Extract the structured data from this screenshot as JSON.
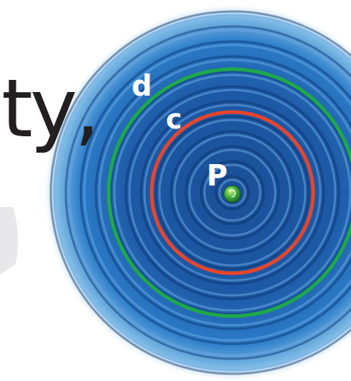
{
  "diagram": {
    "labels": [
      "ty,",
      "d",
      "c",
      "P"
    ]
  }
}
